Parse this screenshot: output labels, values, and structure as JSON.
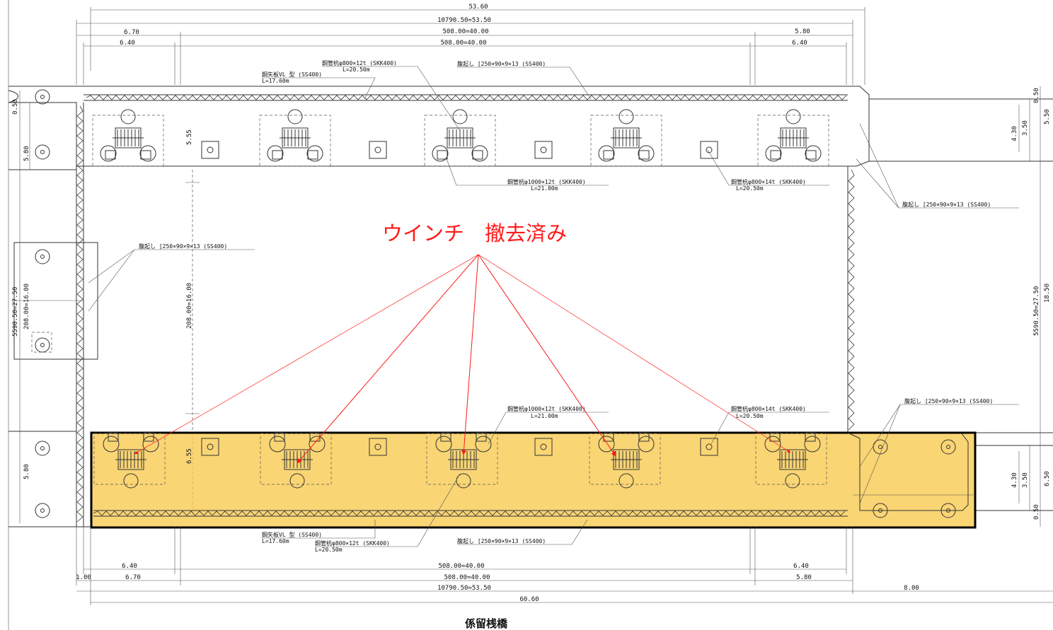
{
  "title": "係留桟橋",
  "annotation": "ウインチ　撤去済み",
  "colors": {
    "highlight_fill": "#f7c94d",
    "highlight_stroke": "#000000",
    "annotation": "#ff1a1a"
  },
  "dims_top": {
    "overall": "53.60",
    "span": "10790.50=53.50",
    "left_outer": "6.70",
    "left_inner": "6.40",
    "mid_outer": "508.00=40.00",
    "mid_inner": "508.00=40.00",
    "right_outer": "5.80",
    "right_inner": "6.40"
  },
  "dims_bottom": {
    "left_outer": "1.00",
    "left_a": "6.40",
    "left_b": "6.70",
    "mid_a": "508.00=40.00",
    "mid_b": "508.00=40.00",
    "right_a": "6.40",
    "right_b": "5.80",
    "span": "10790.50=53.50",
    "extra": "8.00",
    "overall": "60.60"
  },
  "dims_left": {
    "top_a": "0.50",
    "top_b": "5.80",
    "mid_a": "5590.50=27.50",
    "mid_b": "208.00=16.00",
    "bottom": "5.80"
  },
  "dims_right": {
    "r1": "0.50",
    "r2": "5.50",
    "r3": "4.30",
    "r4": "3.50",
    "r5": "18.50",
    "r6": "5590.50=27.50",
    "r7": "4.30",
    "r8": "3.50",
    "r9": "6.50",
    "r10": "0.50"
  },
  "dims_inner": {
    "v_top": "5.55",
    "v_mid": "208.00=16.00",
    "v_bottom": "6.55"
  },
  "notes": {
    "pile_top": "鋼管杭φ800×12t (SKK400)",
    "pile_top_len": "L=20.50m",
    "sheet_top": "鋼矢板VL 型 (SS400)",
    "sheet_top_len": "L=17.60m",
    "wale_top": "腹起し [250×90×9×13 (SS400)",
    "pile_mid1": "鋼管杭φ1000×12t (SKK400)",
    "pile_mid1_len": "L=21.00m",
    "pile_mid2": "鋼管杭φ800×14t (SKK400)",
    "pile_mid2_len": "L=20.50m",
    "wale_right": "腹起し [250×90×9×13 (SS400)",
    "wale_left": "腹起し [250×90×9×13 (SS400)",
    "pile_low1": "鋼管杭φ1000×12t (SKK400)",
    "pile_low1_len": "L=21.00m",
    "pile_low2": "鋼管杭φ800×14t (SKK400)",
    "pile_low2_len": "L=20.50m",
    "wale_right_low": "腹起し [250×90×9×13 (SS400)",
    "sheet_bottom": "鋼矢板VL 型 (SS400)",
    "sheet_bottom_len": "L=17.60m",
    "pile_bottom": "鋼管杭φ800×12t (SKK400)",
    "pile_bottom_len": "L=20.50m",
    "wale_bottom": "腹起し [250×90×9×13 (SS400)"
  }
}
